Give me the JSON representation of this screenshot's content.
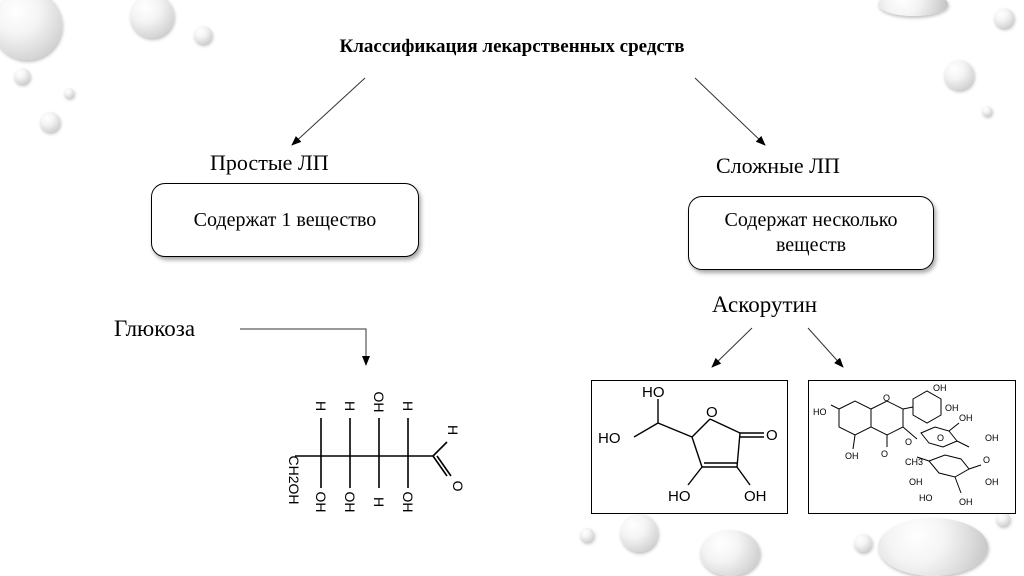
{
  "title": "Классификация лекарственных средств",
  "left": {
    "label": "Простые ЛП",
    "box_text": "Содержат 1 вещество",
    "example": "Глюкоза"
  },
  "right": {
    "label": "Сложные ЛП",
    "box_line1": "Содержат несколько",
    "box_line2": "веществ",
    "example": "Аскорутин"
  },
  "glucose": {
    "top_labels": [
      "H",
      "H",
      "OH",
      "H"
    ],
    "bottom_labels": [
      "OH",
      "OH",
      "H",
      "OH"
    ],
    "end_group": "CH2OH",
    "aldehyde_h": "H",
    "aldehyde_o": "O"
  },
  "ascorbic": {
    "labels": [
      "HO",
      "HO",
      "O",
      "O",
      "HO",
      "OH"
    ]
  },
  "rutin": {
    "labels": [
      "OH",
      "OH",
      "HO",
      "O",
      "OH",
      "O",
      "O",
      "OH",
      "OH",
      "O",
      "O",
      "CH3",
      "OH",
      "OH",
      "HO",
      "OH"
    ]
  }
}
